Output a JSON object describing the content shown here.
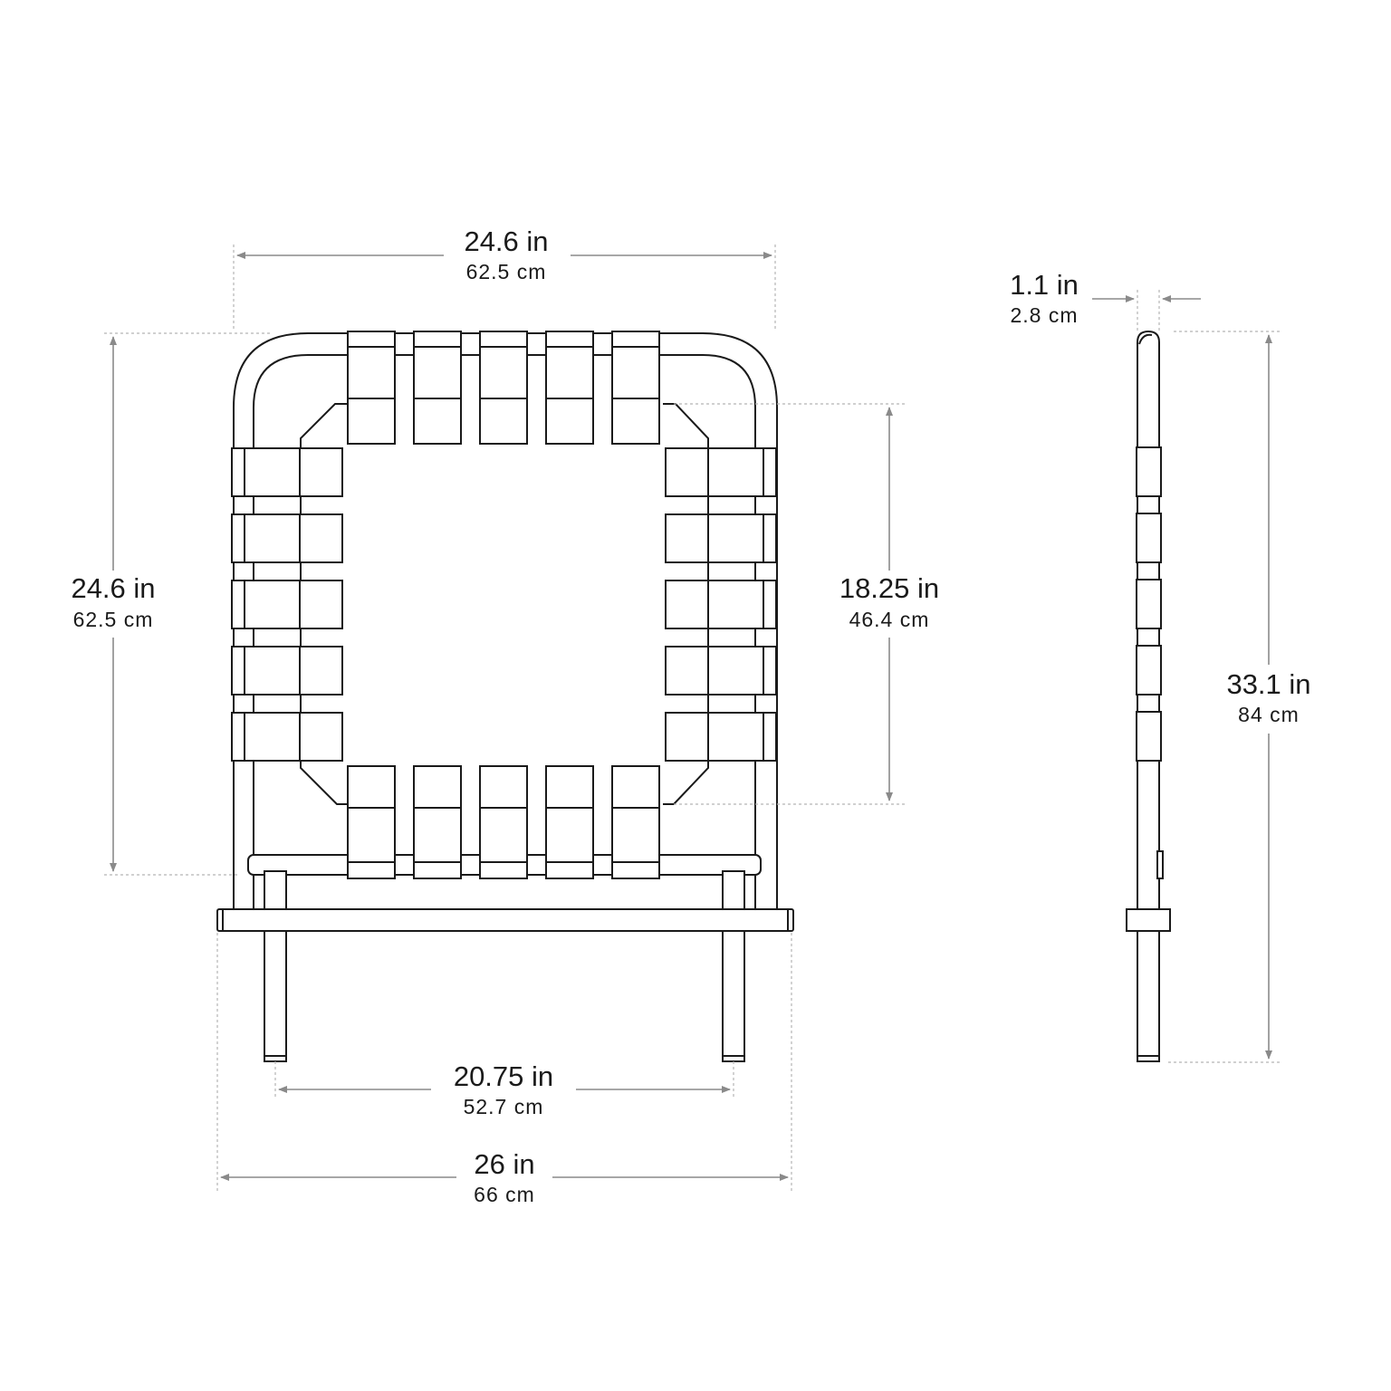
{
  "colors": {
    "line": "#1a1a1a",
    "dimension": "#8a8a8a",
    "extension": "#b5b5b5",
    "background": "#ffffff"
  },
  "dimensions": {
    "top_width": {
      "imperial": "24.6 in",
      "metric": "62.5 cm"
    },
    "left_height": {
      "imperial": "24.6 in",
      "metric": "62.5 cm"
    },
    "inner_height": {
      "imperial": "18.25 in",
      "metric": "46.4 cm"
    },
    "leg_spacing": {
      "imperial": "20.75 in",
      "metric": "52.7 cm"
    },
    "base_width": {
      "imperial": "26 in",
      "metric": "66 cm"
    },
    "depth": {
      "imperial": "1.1 in",
      "metric": "2.8 cm"
    },
    "total_height": {
      "imperial": "33.1 in",
      "metric": "84 cm"
    }
  }
}
